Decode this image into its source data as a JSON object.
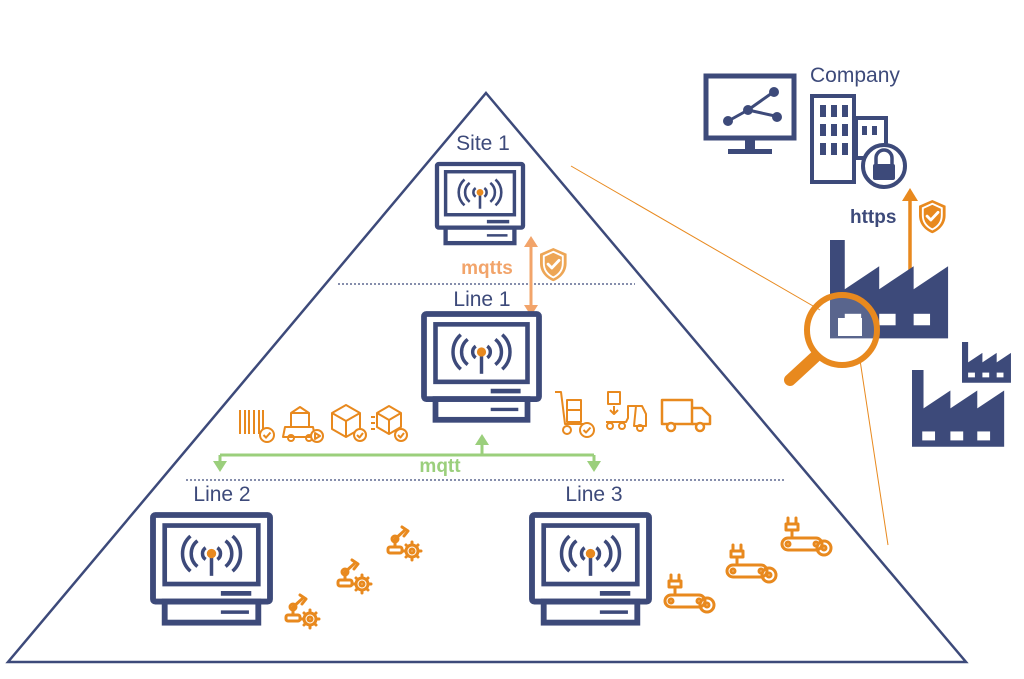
{
  "labels": {
    "company": "Company",
    "site1": "Site 1",
    "line1": "Line 1",
    "line2": "Line 2",
    "line3": "Line 3",
    "mqtts": "mqtts",
    "mqtt": "mqtt",
    "https": "https"
  },
  "colors": {
    "navy": "#3d4a7a",
    "orange": "#e8891e",
    "light_orange": "#f2a46a",
    "green": "#9bcf7c",
    "text": "#3d4a7a"
  },
  "icons": [
    "monitor-network-icon",
    "office-building-icon",
    "lock-icon",
    "shield-check-icon",
    "factory-icon",
    "magnifier-icon",
    "server-antenna-icon",
    "barcode-icon",
    "forklift-icon",
    "package-icon",
    "hand-truck-icon",
    "delivery-truck-icon",
    "robot-arm-icon",
    "conveyor-icon"
  ]
}
